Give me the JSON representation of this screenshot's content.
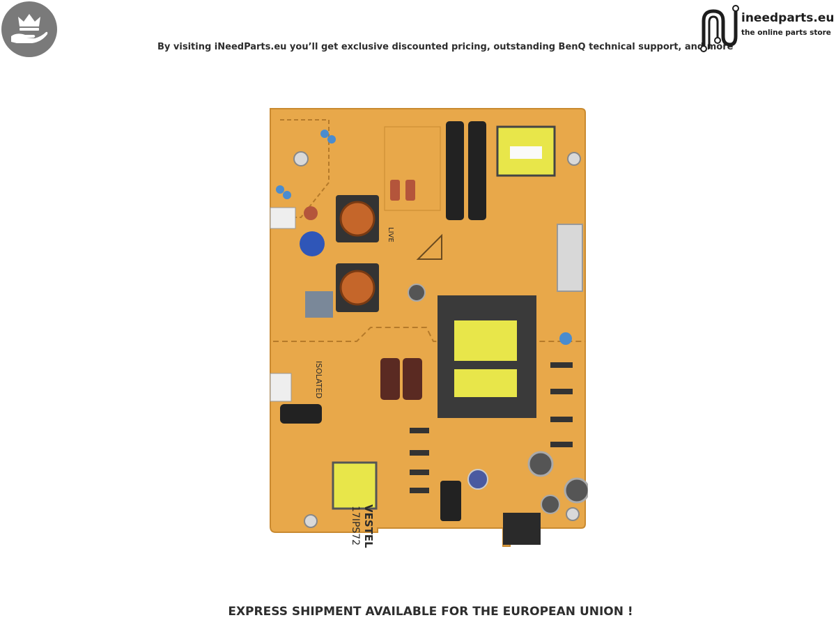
{
  "header": {
    "badge_icon": "crown-hand-icon",
    "tagline": "By visiting iNeedParts.eu you’ll get exclusive discounted pricing, outstanding BenQ technical support, and more",
    "logo": {
      "icon": "circuit-n-icon",
      "name": "ineedparts.eu",
      "sub": "the online parts store"
    }
  },
  "product": {
    "icon": "power-supply-board-icon",
    "board_labels": {
      "brand": "VESTEL",
      "model": "17IPS72",
      "isolated": "ISOLATED",
      "live": "LIVE"
    }
  },
  "footer": {
    "shipping": "EXPRESS SHIPMENT AVAILABLE FOR THE EUROPEAN UNION !"
  },
  "colors": {
    "board": "#e8a84a",
    "badge": "#7a7a7a",
    "text": "#2d2d2d"
  }
}
